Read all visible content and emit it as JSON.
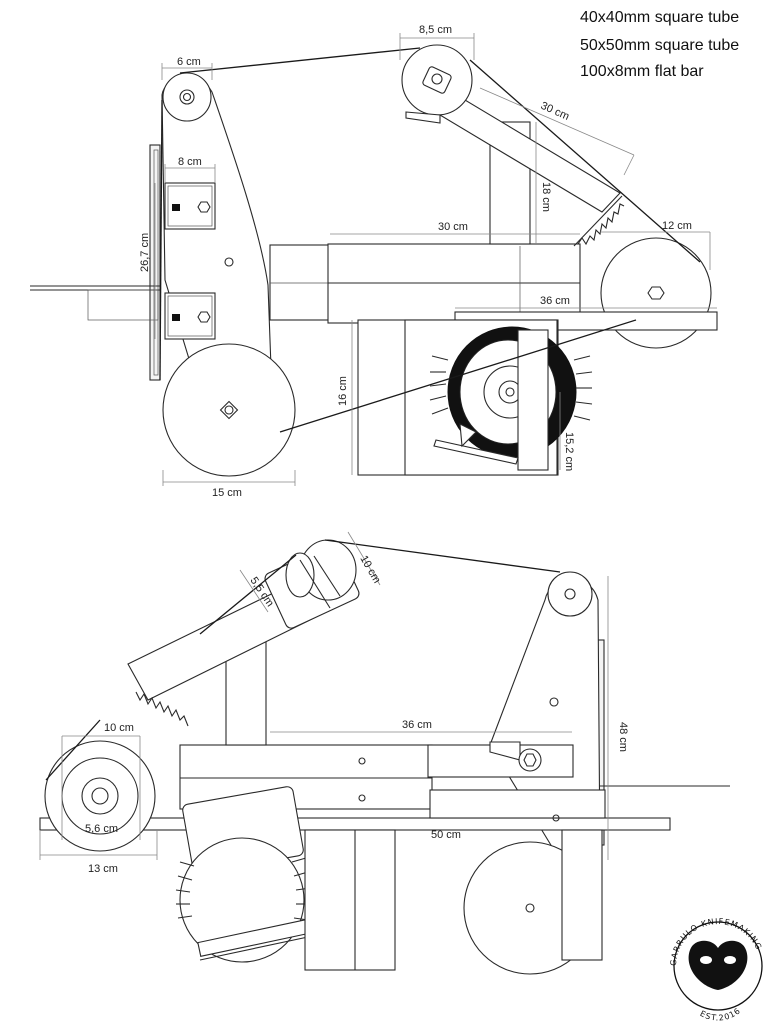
{
  "specs": [
    "40x40mm square tube",
    "50x50mm square tube",
    "100x8mm flat bar"
  ],
  "top_view": {
    "dims": {
      "d_8_5": "8,5 cm",
      "d_6": "6 cm",
      "d_30_arm": "30 cm",
      "d_8": "8 cm",
      "d_18": "18 cm",
      "d_30": "30 cm",
      "d_12": "12 cm",
      "d_26_7": "26,7 cm",
      "d_36": "36 cm",
      "d_16": "16 cm",
      "d_15_2": "15,2 cm",
      "d_15": "15 cm"
    }
  },
  "bottom_view": {
    "dims": {
      "d_10_top": "10 cm",
      "d_5_5": "5,5 cm",
      "d_36": "36 cm",
      "d_48": "48 cm",
      "d_10": "10 cm",
      "d_5_6": "5,6 cm",
      "d_50": "50 cm",
      "d_13": "13 cm"
    }
  },
  "logo": {
    "top_text": "GARRULO KNIFEMAKING",
    "bottom_text": "EST.2016"
  }
}
